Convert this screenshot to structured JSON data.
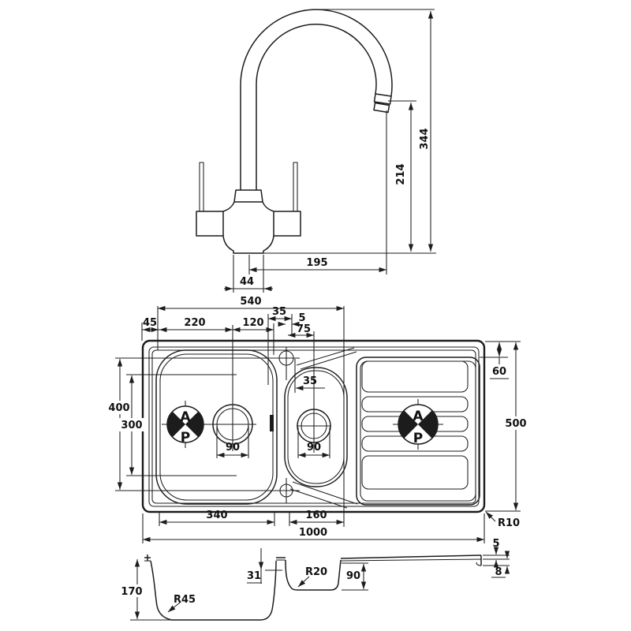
{
  "tap_view": {
    "height_overall": "344",
    "height_to_spout": "214",
    "spout_reach": "195",
    "base_width": "44"
  },
  "plan_view": {
    "span_bowls": "540",
    "offset_left": "45",
    "drain_from_edge": "220",
    "tap_from_drain": "120",
    "tap_hole_width": "35",
    "tap_hole_gap": "5",
    "half_drain_offset": "75",
    "half_bowl_inset": "35",
    "bowl_front_back": "400",
    "drain_zone": "300",
    "main_drain_dia": "90",
    "half_drain_dia": "90",
    "drainer_top_offset": "60",
    "overall_width": "500",
    "main_bowl_width": "340",
    "half_bowl_width": "160",
    "overall_length": "1000",
    "corner_radius_label": "R10",
    "reg_mark_top": "A",
    "reg_mark_bottom": "P"
  },
  "section_view": {
    "bowl_depth": "170",
    "bowl_corner_radius": "R45",
    "deck_step": "31",
    "half_bowl_radius": "R20",
    "half_bowl_depth": "90",
    "rim_height": "5",
    "lip_height": "8"
  }
}
